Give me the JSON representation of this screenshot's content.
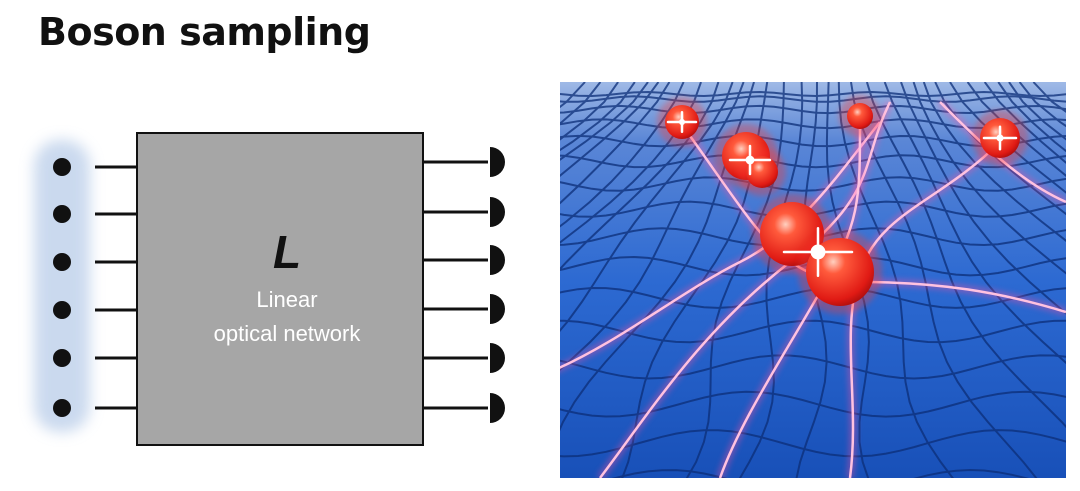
{
  "title": "Boson sampling",
  "network": {
    "symbol": "L",
    "label_line1": "Linear",
    "label_line2": "optical network"
  },
  "inputs": 6,
  "outputs": 6,
  "colors": {
    "box_fill": "#a6a6a6",
    "line": "#111111",
    "glow": "#b9cde9",
    "label": "#ffffff",
    "sea": "#1f5fc8",
    "photon": "#ff3b30",
    "waveguide": "#ff7fbf"
  },
  "icons": [
    "input-photon-icon",
    "detector-icon"
  ]
}
